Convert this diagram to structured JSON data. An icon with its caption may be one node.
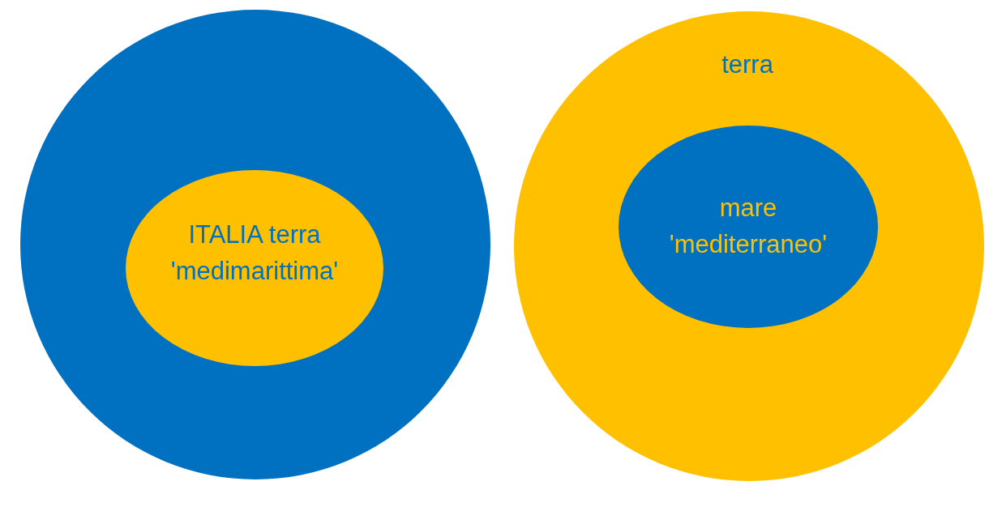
{
  "diagram": {
    "nodes": [
      {
        "text": [],
        "shape": "circle"
      },
      {
        "text": [
          "ITALIA terra 'medimarittima'"
        ],
        "in": 0
      },
      {
        "text": [
          "terra"
        ]
      },
      {
        "text": [
          "mare 'mediterraneo'"
        ],
        "in": 2
      }
    ]
  }
}
